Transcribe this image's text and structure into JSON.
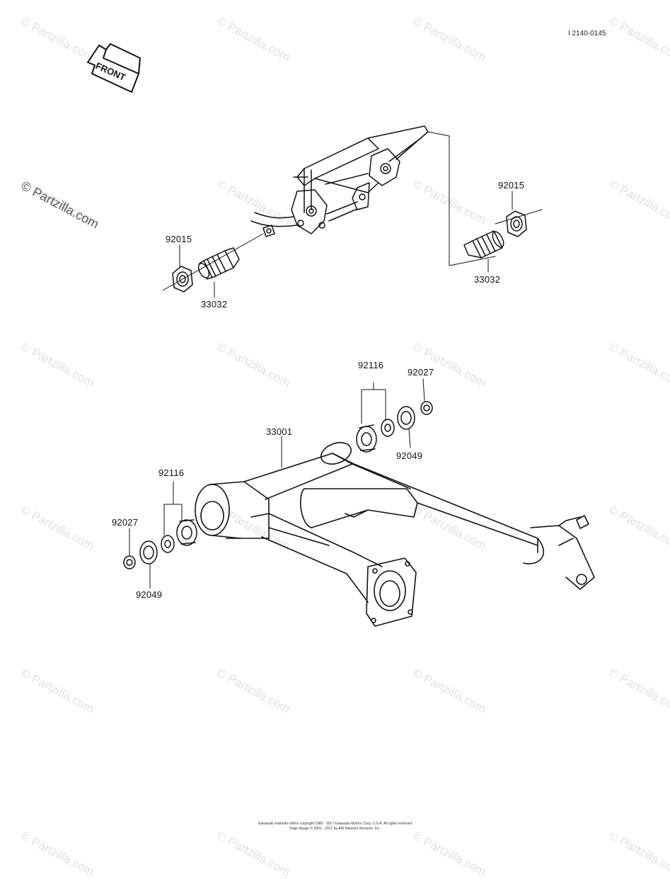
{
  "diagram_code": "I 2140-0145",
  "front_label": "FRONT",
  "watermark": "© Partzilla.com",
  "parts": {
    "p92015_left": "92015",
    "p33032_left": "33032",
    "p92015_right": "92015",
    "p33032_right": "33032",
    "p92116_top": "92116",
    "p92027_top": "92027",
    "p92049_top": "92049",
    "p33001": "33001",
    "p92116_left": "92116",
    "p92027_left": "92027",
    "p92049_left": "92049"
  },
  "footer": {
    "line1": "Kawasaki materials within copyright 1986 - 2017  Kawasaki Motors Corp. U.S.A.  All rights reserved",
    "line2": "Page design © 2001 - 2017 by ARI Network Services, Inc."
  },
  "colors": {
    "line": "#111111",
    "watermark": "#8c8c8c"
  }
}
